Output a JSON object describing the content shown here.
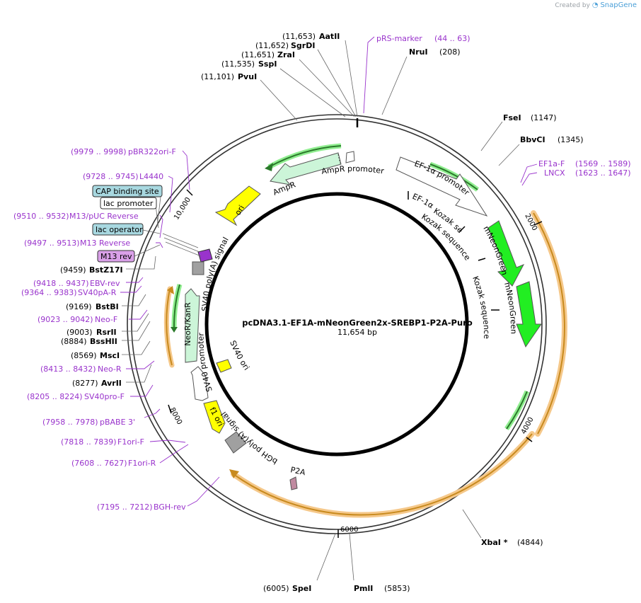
{
  "watermark": {
    "prefix": "Created by",
    "brand": "SnapGene"
  },
  "plasmid": {
    "name": "pcDNA3.1-EF1A-mNeonGreen2x-SREBP1-P2A-Puro",
    "length_label": "11,654 bp",
    "length": 11654
  },
  "ticks": [
    "2000",
    "4000",
    "6000",
    "8000",
    "10,000"
  ],
  "sites": [
    {
      "pos": "(11,653)",
      "name": "AatII"
    },
    {
      "pos": "(11,652)",
      "name": "SgrDI"
    },
    {
      "pos": "(11,651)",
      "name": "ZraI"
    },
    {
      "pos": "(11,535)",
      "name": "SspI"
    },
    {
      "pos": "(11,101)",
      "name": "PvuI"
    },
    {
      "pos": "(208)",
      "name": "NruI"
    },
    {
      "pos": "(1147)",
      "name": "FseI"
    },
    {
      "pos": "(1345)",
      "name": "BbvCI"
    },
    {
      "pos": "(4844)",
      "name": "XbaI *"
    },
    {
      "pos": "(5853)",
      "name": "PmlI"
    },
    {
      "pos": "(6005)",
      "name": "SpeI"
    },
    {
      "pos": "(9459)",
      "name": "BstZ17I"
    },
    {
      "pos": "(9169)",
      "name": "BstBI"
    },
    {
      "pos": "(9003)",
      "name": "RsrII"
    },
    {
      "pos": "(8884)",
      "name": "BssHII"
    },
    {
      "pos": "(8569)",
      "name": "MscI"
    },
    {
      "pos": "(8277)",
      "name": "AvrII"
    }
  ],
  "primers": [
    {
      "name": "pRS-marker",
      "range": "(44 .. 63)"
    },
    {
      "name": "EF1a-F",
      "range": "(1569 .. 1589)"
    },
    {
      "name": "LNCX",
      "range": "(1623 .. 1647)"
    },
    {
      "name": "pBR322ori-F",
      "range": "(9979 .. 9998)"
    },
    {
      "name": "L4440",
      "range": "(9728 .. 9745)"
    },
    {
      "name": "M13/pUC Reverse",
      "range": "(9510 .. 9532)"
    },
    {
      "name": "M13 Reverse",
      "range": "(9497 .. 9513)"
    },
    {
      "name": "EBV-rev",
      "range": "(9418 .. 9437)"
    },
    {
      "name": "SV40pA-R",
      "range": "(9364 .. 9383)"
    },
    {
      "name": "Neo-F",
      "range": "(9023 .. 9042)"
    },
    {
      "name": "Neo-R",
      "range": "(8413 .. 8432)"
    },
    {
      "name": "SV40pro-F",
      "range": "(8205 .. 8224)"
    },
    {
      "name": "pBABE 3'",
      "range": "(7958 .. 7978)"
    },
    {
      "name": "F1ori-F",
      "range": "(7818 .. 7839)"
    },
    {
      "name": "F1ori-R",
      "range": "(7608 .. 7627)"
    },
    {
      "name": "BGH-rev",
      "range": "(7195 .. 7212)"
    }
  ],
  "boxed_labels": [
    {
      "text": "CAP binding site",
      "color": "#a8d8e0"
    },
    {
      "text": "lac promoter",
      "color": "#ffffff"
    },
    {
      "text": "lac operator",
      "color": "#a8d8e0"
    },
    {
      "text": "M13 rev",
      "color": "#d9a0e8"
    }
  ],
  "features": [
    "AmpR promoter",
    "AmpR",
    "ori",
    "EF-1α promoter",
    "mNeonGreen",
    "mNeonGreen",
    "Kozak sequence",
    "Kozak sequence",
    "SV40 poly(A) signal",
    "NeoR/KanR",
    "SV40 promoter",
    "SV40 ori",
    "f1 ori",
    "bGH poly(A) signal",
    "P2A"
  ],
  "inner_ring_labels": [
    "EF-1α promoter",
    "Kozak sequence"
  ],
  "colors": {
    "primer": "#9933cc",
    "ampr": "#ccf5d8",
    "ori": "#ffff00",
    "mneongreen": "#22ee22",
    "orf": "#f5c88a",
    "orf_arrow": "#c88a1e",
    "gray": "#a0a0a0",
    "p2a": "#c08aa0"
  }
}
